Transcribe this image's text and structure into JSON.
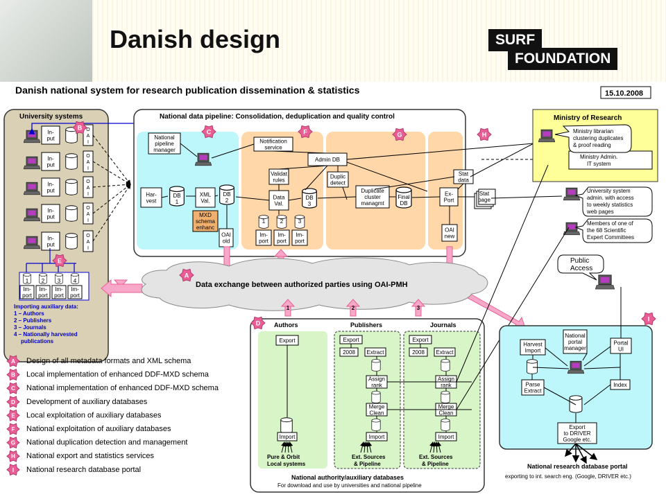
{
  "header": {
    "title": "Danish design",
    "logo_line1": "SURF",
    "logo_line2": "FOUNDATION"
  },
  "diagram": {
    "main_title": "Danish national system for research publication dissemination & statistics",
    "date": "15.10.2008",
    "university_systems": "University systems",
    "pipeline_title": "National data pipeline: Consolidation, deduplication and quality control",
    "ministry": "Ministry of Research",
    "ministry_librarian": [
      "Ministry librarian",
      "clustering duplicates",
      "& proof reading"
    ],
    "ministry_admin": [
      "Ministry Admin.",
      "IT system"
    ],
    "uni_admin": [
      "University system",
      "admin. with access",
      "to weekly statistics",
      "web pages"
    ],
    "expert": [
      "Members of one of",
      "the 68 Scientific",
      "Expert Committees"
    ],
    "public_access": [
      "Public",
      "Access"
    ],
    "data_exchange": "Data exchange between authorized parties using OAI-PMH",
    "importing": [
      "Importing auxiliary data:",
      "1 – Authors",
      "2 – Publishers",
      "3 – Journals",
      "4 – Nationally harvested",
      "publications"
    ],
    "authors": "Authors",
    "publishers": "Publishers",
    "journals": "Journals",
    "aux_footer_title": "National authority/auxiliary databases",
    "aux_footer_sub": "For download and use by universities and national pipeline",
    "portal_footer_title": "National research database portal",
    "portal_footer_sub": "exporting to int. search eng. (Google, DRIVER etc.)",
    "pure_orbit": [
      "Pure & Orbit",
      "Local systems"
    ],
    "ext_sources": [
      "Ext. Sources",
      "& Pipeline"
    ],
    "labels": {
      "input": [
        "In-",
        "put"
      ],
      "oai": [
        "O",
        "A",
        "I"
      ],
      "national_pipeline_manager": [
        "National",
        "pipeline",
        "manager"
      ],
      "notification": [
        "Notification",
        "service"
      ],
      "admin_db": "Admin DB",
      "harvest": [
        "Har-",
        "vest"
      ],
      "db1": [
        "DB",
        "1"
      ],
      "xml_val": [
        "XML",
        "Val."
      ],
      "db2": [
        "DB",
        "2"
      ],
      "mxd": [
        "MXD",
        "schema",
        "enhanc"
      ],
      "oai_old": [
        "OAI",
        "old"
      ],
      "validat": [
        "Validat",
        "rules"
      ],
      "data_val": [
        "Data",
        "Val."
      ],
      "db3": [
        "DB",
        "3"
      ],
      "duplic": [
        "Duplic",
        "detect"
      ],
      "dup_cluster": [
        "Duplicate",
        "cluster",
        "managmt"
      ],
      "final_db": [
        "Final",
        "DB"
      ],
      "stat_data": [
        "Stat",
        "data"
      ],
      "export": [
        "Ex-",
        "Port"
      ],
      "stat_page": [
        "Stat",
        "page"
      ],
      "oai_new": [
        "OAI",
        "new"
      ],
      "imports": [
        "Im-",
        "port"
      ],
      "num": [
        "1",
        "2",
        "3",
        "4"
      ],
      "export_box": "Export",
      "year": "2008",
      "extract": "Extract",
      "assign": [
        "Assign",
        "rank"
      ],
      "merge": [
        "Merge",
        "Clean"
      ],
      "import_box": "Import",
      "harvest_import": [
        "Harvest",
        "Import"
      ],
      "portal_manager": [
        "National",
        "portal",
        "manager"
      ],
      "portal_ui": [
        "Portal",
        "UI"
      ],
      "parse": [
        "Parse",
        "Extract"
      ],
      "index": "Index",
      "export_driver": [
        "Export",
        "to DRIVER",
        "Google etc."
      ]
    },
    "badges": [
      "A",
      "B",
      "C",
      "D",
      "E",
      "F",
      "G",
      "H",
      "I"
    ]
  },
  "legend": [
    {
      "key": "A",
      "text": "Design of all metadata formats and XML schema"
    },
    {
      "key": "B",
      "text": "Local implementation of enhanced DDF-MXD schema"
    },
    {
      "key": "C",
      "text": "National implementation of enhanced DDF-MXD schema"
    },
    {
      "key": "D",
      "text": "Development of auxiliary databases"
    },
    {
      "key": "E",
      "text": "Local exploitation of auxiliary databases"
    },
    {
      "key": "F",
      "text": "National exploitation of auxiliary databases"
    },
    {
      "key": "G",
      "text": "National duplication detection and management"
    },
    {
      "key": "H",
      "text": "National export and statistics services"
    },
    {
      "key": "I",
      "text": "National research database portal"
    }
  ],
  "colors": {
    "accent_pink": "#e95f95",
    "cyan": "#bdf6fb",
    "orange": "#ffd7a8",
    "green": "#d8f5c8",
    "yellow": "#ffff99",
    "tan": "#d9d0b6",
    "orange_box": "#f2b06f"
  }
}
